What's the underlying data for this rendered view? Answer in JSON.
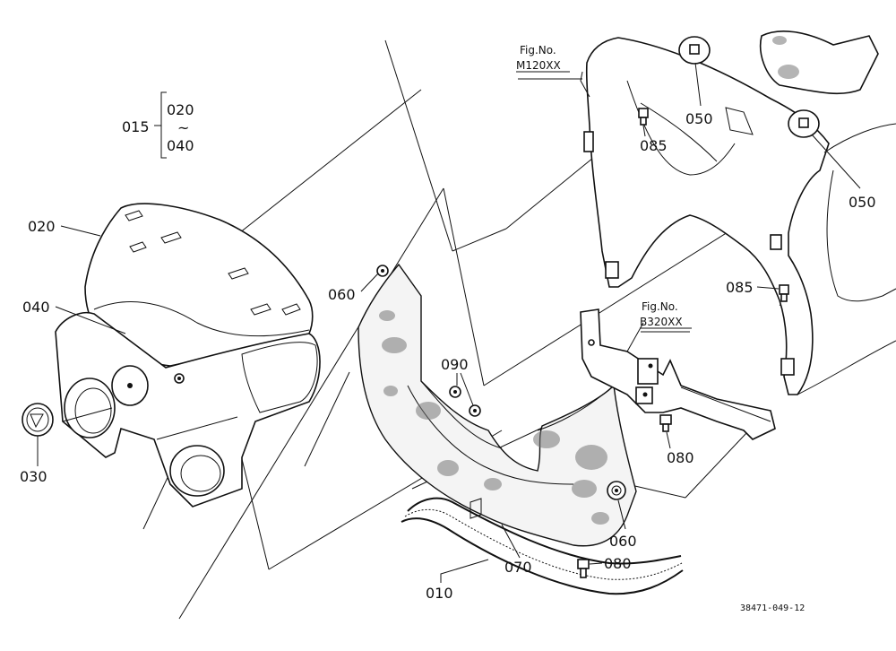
{
  "callouts": {
    "c015": "015",
    "c020_bracket": "020",
    "c_tilde": "~",
    "c040_bracket": "040",
    "c020": "020",
    "c040": "040",
    "c030": "030",
    "c060_a": "060",
    "c090": "090",
    "c050_a": "050",
    "c050_b": "050",
    "c085_a": "085",
    "c085_b": "085",
    "c080_a": "080",
    "c080_b": "080",
    "c060_b": "060",
    "c070": "070",
    "c010": "010"
  },
  "figrefs": {
    "fig_a_label": "Fig.No.",
    "fig_a_code": "M120XX",
    "fig_b_label": "Fig.No.",
    "fig_b_code": "B320XX"
  },
  "drawing_number": "38471-049-12"
}
